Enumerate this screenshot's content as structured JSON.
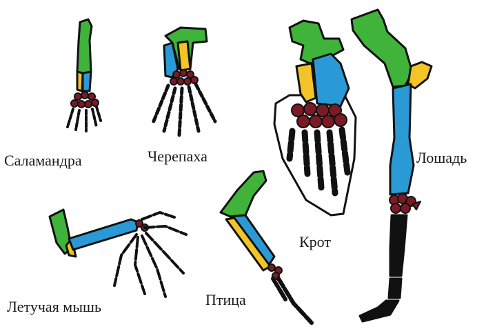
{
  "labels": {
    "salamander": "Саламандра",
    "turtle": "Черепаха",
    "horse": "Лошадь",
    "mole": "Крот",
    "bat": "Летучая мышь",
    "bird": "Птица"
  },
  "colors": {
    "humerus": "#3fb33a",
    "radius": "#f2c428",
    "ulna": "#2a9ad6",
    "carpals": "#7a1a24",
    "digits": "#111111",
    "outline": "#111111"
  }
}
